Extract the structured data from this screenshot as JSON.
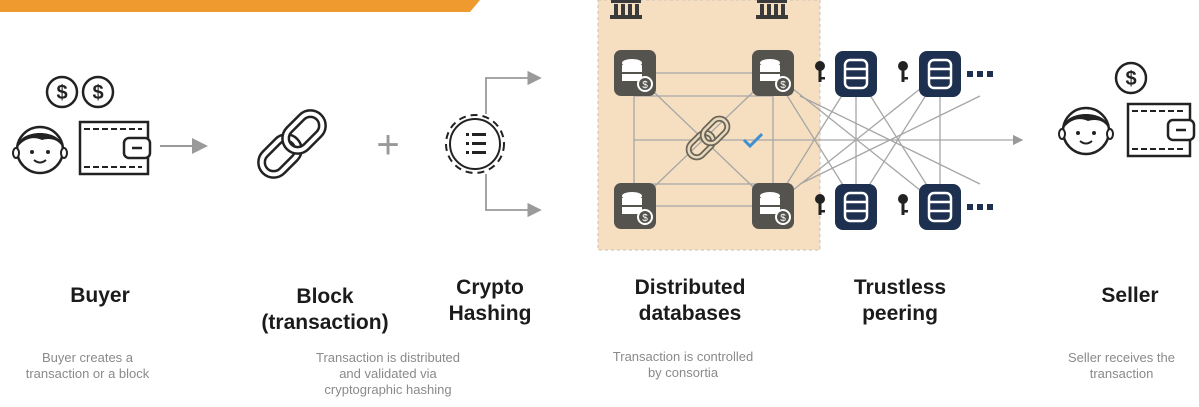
{
  "steps": {
    "buyer": {
      "title": "Buyer",
      "description": "Buyer creates a\ntransaction or a block"
    },
    "block": {
      "title": "Block\n(transaction)",
      "description": "Transaction is distributed\nand validated via\ncryptographic hashing"
    },
    "hashing": {
      "title": "Crypto\nHashing"
    },
    "distributed": {
      "title": "Distributed\ndatabases",
      "description": "Transaction is controlled\nby consortia"
    },
    "trustless": {
      "title": "Trustless\npeering"
    },
    "seller": {
      "title": "Seller",
      "description": "Seller receives the\ntransaction"
    }
  },
  "symbols": {
    "dollar": "$",
    "plus": "+",
    "ellipsis": "⋯"
  },
  "colors": {
    "banner": "#ef9a2e",
    "consortium_bg": "#f6dfc0",
    "db_dark": "#55534e",
    "db_navy": "#1e3050",
    "check": "#3f8fd4",
    "line": "#9a9a9a"
  },
  "icons": [
    "dollar-coin-icon",
    "face-icon",
    "wallet-icon",
    "chain-link-icon",
    "gear-list-icon",
    "bank-icon",
    "database-icon",
    "key-icon",
    "checkmark-icon"
  ]
}
